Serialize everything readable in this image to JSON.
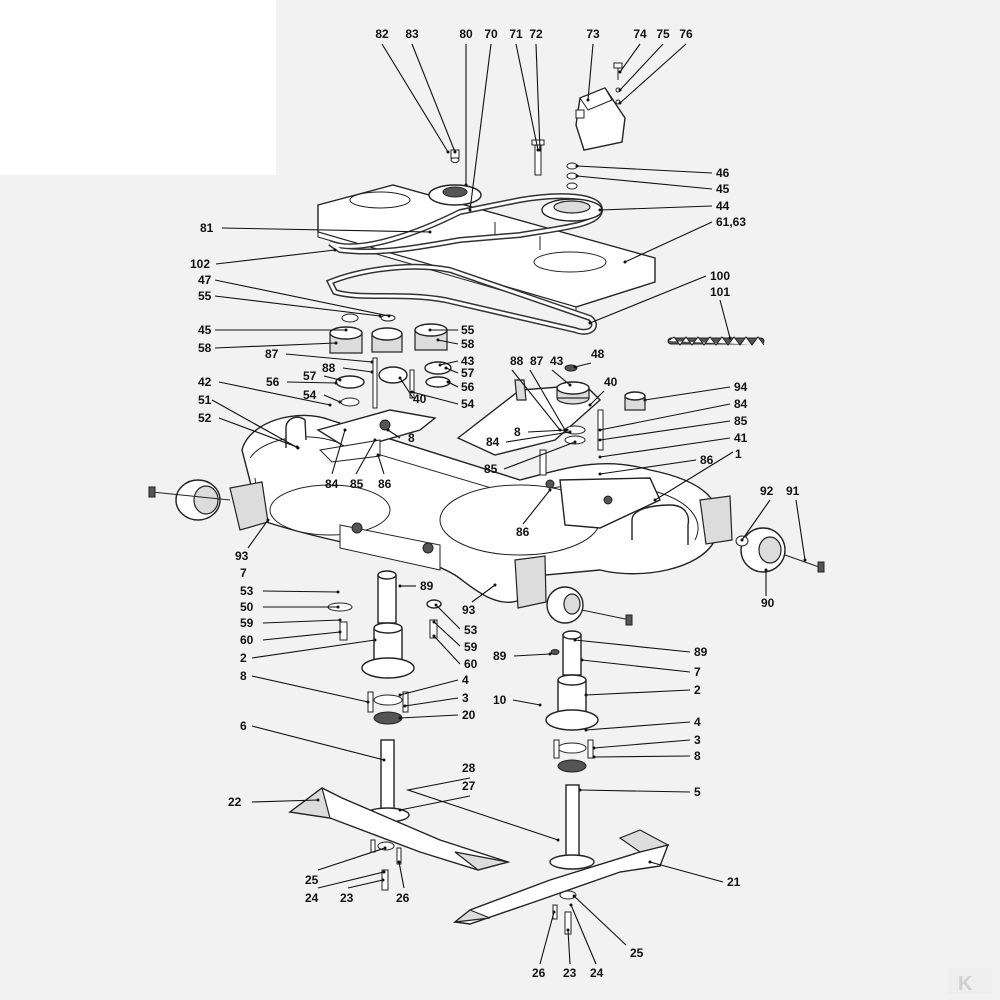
{
  "diagram": {
    "watermark": "K",
    "callouts": [
      {
        "id": "c82",
        "text": "82"
      },
      {
        "id": "c83",
        "text": "83"
      },
      {
        "id": "c80",
        "text": "80"
      },
      {
        "id": "c70",
        "text": "70"
      },
      {
        "id": "c71",
        "text": "71"
      },
      {
        "id": "c72",
        "text": "72"
      },
      {
        "id": "c73",
        "text": "73"
      },
      {
        "id": "c74",
        "text": "74"
      },
      {
        "id": "c75",
        "text": "75"
      },
      {
        "id": "c76",
        "text": "76"
      },
      {
        "id": "c46",
        "text": "46"
      },
      {
        "id": "c45a",
        "text": "45"
      },
      {
        "id": "c44",
        "text": "44"
      },
      {
        "id": "c81",
        "text": "81"
      },
      {
        "id": "c6163",
        "text": "61,63"
      },
      {
        "id": "c102",
        "text": "102"
      },
      {
        "id": "c47",
        "text": "47"
      },
      {
        "id": "c55a",
        "text": "55"
      },
      {
        "id": "c100",
        "text": "100"
      },
      {
        "id": "c101",
        "text": "101"
      },
      {
        "id": "c45b",
        "text": "45"
      },
      {
        "id": "c55b",
        "text": "55"
      },
      {
        "id": "c58a",
        "text": "58"
      },
      {
        "id": "c58b",
        "text": "58"
      },
      {
        "id": "c87a",
        "text": "87"
      },
      {
        "id": "c43a",
        "text": "43"
      },
      {
        "id": "c88a",
        "text": "88"
      },
      {
        "id": "c87b",
        "text": "87"
      },
      {
        "id": "c43b",
        "text": "43"
      },
      {
        "id": "c48",
        "text": "48"
      },
      {
        "id": "c57a",
        "text": "57"
      },
      {
        "id": "c57b",
        "text": "57"
      },
      {
        "id": "c56a",
        "text": "56"
      },
      {
        "id": "c56b",
        "text": "56"
      },
      {
        "id": "c88b",
        "text": "88"
      },
      {
        "id": "c40a",
        "text": "40"
      },
      {
        "id": "c40b",
        "text": "40"
      },
      {
        "id": "c42",
        "text": "42"
      },
      {
        "id": "c54a",
        "text": "54"
      },
      {
        "id": "c54b",
        "text": "54"
      },
      {
        "id": "c94",
        "text": "94"
      },
      {
        "id": "c51",
        "text": "51"
      },
      {
        "id": "c84a",
        "text": "84"
      },
      {
        "id": "c52",
        "text": "52"
      },
      {
        "id": "c8a",
        "text": "8"
      },
      {
        "id": "c8b",
        "text": "8"
      },
      {
        "id": "c85a",
        "text": "85"
      },
      {
        "id": "c84b",
        "text": "84"
      },
      {
        "id": "c41",
        "text": "41"
      },
      {
        "id": "c85b",
        "text": "85"
      },
      {
        "id": "c86a",
        "text": "86"
      },
      {
        "id": "c1",
        "text": "1"
      },
      {
        "id": "c84c",
        "text": "84"
      },
      {
        "id": "c85c",
        "text": "85"
      },
      {
        "id": "c86b",
        "text": "86"
      },
      {
        "id": "c92",
        "text": "92"
      },
      {
        "id": "c91",
        "text": "91"
      },
      {
        "id": "c86c",
        "text": "86"
      },
      {
        "id": "c93a",
        "text": "93"
      },
      {
        "id": "c90",
        "text": "90"
      },
      {
        "id": "c7a",
        "text": "7"
      },
      {
        "id": "c89a",
        "text": "89"
      },
      {
        "id": "c53a",
        "text": "53"
      },
      {
        "id": "c93b",
        "text": "93"
      },
      {
        "id": "c50",
        "text": "50"
      },
      {
        "id": "c53b",
        "text": "53"
      },
      {
        "id": "c59a",
        "text": "59"
      },
      {
        "id": "c59b",
        "text": "59"
      },
      {
        "id": "c60a",
        "text": "60"
      },
      {
        "id": "c60b",
        "text": "60"
      },
      {
        "id": "c2a",
        "text": "2"
      },
      {
        "id": "c89b",
        "text": "89"
      },
      {
        "id": "c89c",
        "text": "89"
      },
      {
        "id": "c7b",
        "text": "7"
      },
      {
        "id": "c4a",
        "text": "4"
      },
      {
        "id": "c8c",
        "text": "8"
      },
      {
        "id": "c2b",
        "text": "2"
      },
      {
        "id": "c3a",
        "text": "3"
      },
      {
        "id": "c10",
        "text": "10"
      },
      {
        "id": "c20",
        "text": "20"
      },
      {
        "id": "c4b",
        "text": "4"
      },
      {
        "id": "c6",
        "text": "6"
      },
      {
        "id": "c3b",
        "text": "3"
      },
      {
        "id": "c8d",
        "text": "8"
      },
      {
        "id": "c28",
        "text": "28"
      },
      {
        "id": "c27",
        "text": "27"
      },
      {
        "id": "c5",
        "text": "5"
      },
      {
        "id": "c22",
        "text": "22"
      },
      {
        "id": "c25a",
        "text": "25"
      },
      {
        "id": "c24a",
        "text": "24"
      },
      {
        "id": "c23a",
        "text": "23"
      },
      {
        "id": "c26a",
        "text": "26"
      },
      {
        "id": "c21",
        "text": "21"
      },
      {
        "id": "c25b",
        "text": "25"
      },
      {
        "id": "c26b",
        "text": "26"
      },
      {
        "id": "c23b",
        "text": "23"
      },
      {
        "id": "c24b",
        "text": "24"
      }
    ]
  }
}
